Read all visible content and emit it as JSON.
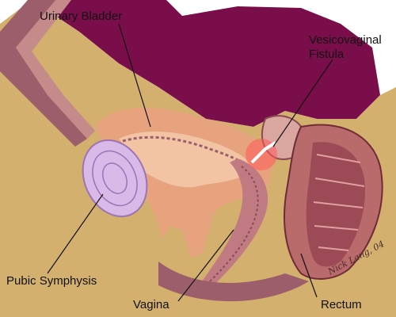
{
  "labels": {
    "bladder": "Urinary Bladder",
    "fistula_line1": "Vesicovaginal",
    "fistula_line2": "Fistula",
    "pubic": "Pubic Symphysis",
    "vagina": "Vagina",
    "rectum": "Rectum"
  },
  "signature": "Nick Lang, 04",
  "colors": {
    "background": "#ffffff",
    "abdomen": "#7a0e4a",
    "tissue": "#d3b06e",
    "bladder_wall": "#e7a27e",
    "bladder_lumen": "#f2c4a4",
    "bone": "#d9b9e8",
    "muscle": "#9c5e6a",
    "fistula": "#ff5a5a"
  }
}
